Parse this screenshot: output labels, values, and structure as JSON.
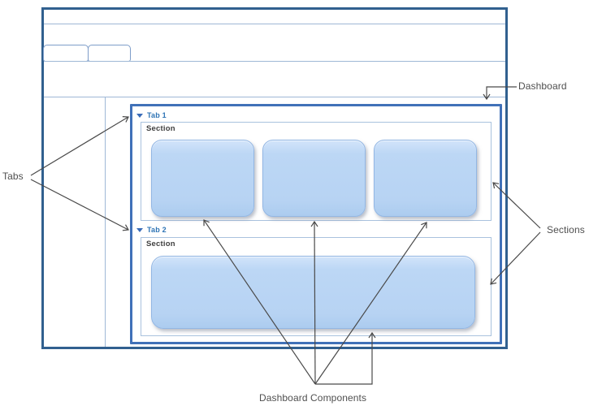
{
  "diagram": {
    "title_hint": "Dashboard structure diagram",
    "annotations": {
      "tabs": "Tabs",
      "dashboard": "Dashboard",
      "sections": "Sections",
      "dashboard_components": "Dashboard Components"
    },
    "dashboard": {
      "tab1": {
        "label": "Tab 1",
        "icon": "triangle-down"
      },
      "tab2": {
        "label": "Tab 2",
        "icon": "triangle-down"
      },
      "section1": {
        "label": "Section",
        "component_count": 3
      },
      "section2": {
        "label": "Section",
        "component_count": 1
      }
    },
    "window": {
      "tab_placeholders": 2
    },
    "colors": {
      "window_border": "#31608F",
      "dashboard_border": "#4071B8",
      "section_border": "#A9C2DE",
      "divider_line": "#9FB8D6",
      "component_fill": "#B7D3F3",
      "component_border": "#93B7E4",
      "tab_text": "#2E74B5",
      "triangle_icon": "#3A6CB8",
      "section_text": "#404040",
      "annotation_text": "#4F4F4F",
      "arrow": "#4A4A4A"
    }
  }
}
